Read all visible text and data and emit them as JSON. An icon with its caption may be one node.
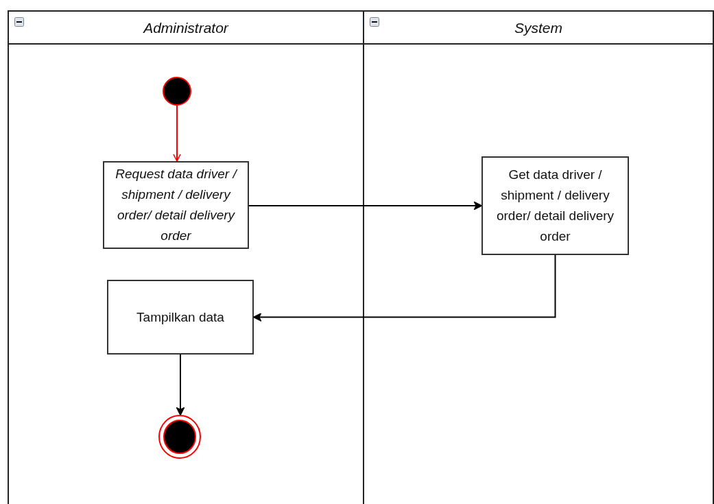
{
  "diagram": {
    "nodes": [
      {
        "text": [
          "Administrator"
        ]
      },
      {
        "text": [
          "System"
        ]
      },
      {
        "text": [],
        "shape": "circle",
        "in": 0
      },
      {
        "text": [
          "Request data driver / shipment / delivery order/ detail delivery order"
        ],
        "in": 0
      },
      {
        "text": [
          "Get data driver / shipment / delivery order/ detail delivery order"
        ],
        "in": 1
      },
      {
        "text": [
          "Tampilkan data"
        ],
        "in": 0
      },
      {
        "text": [],
        "shape": "circle",
        "in": 0
      }
    ],
    "edges": [
      {
        "from": 2,
        "to": 3,
        "arrow": "to",
        "color": "#ff0000"
      },
      {
        "from": 3,
        "to": 4,
        "arrow": "to"
      },
      {
        "from": 4,
        "to": 5,
        "arrow": "to"
      },
      {
        "from": 5,
        "to": 6,
        "arrow": "to"
      }
    ]
  }
}
